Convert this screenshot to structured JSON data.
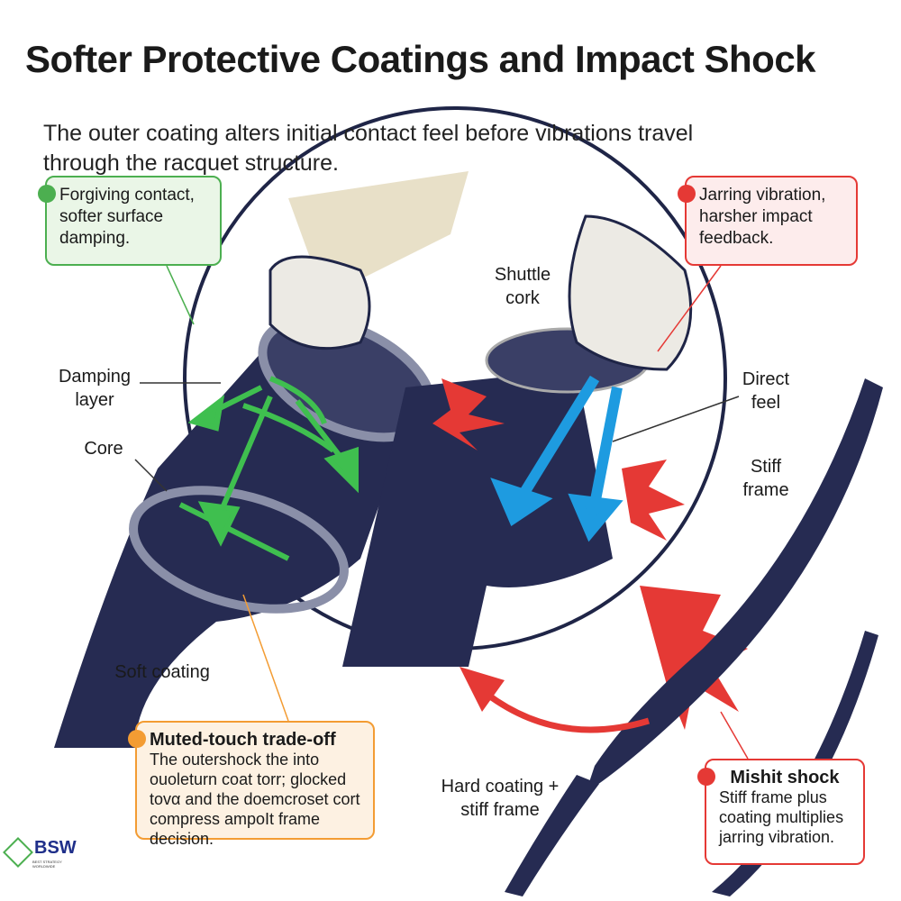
{
  "title": "Softer Protective Coatings and Impact Shock",
  "subtitle": "The outer coating alters initial contact feel before vibrations travel through the racquet structure.",
  "callouts": {
    "forgiving": {
      "text": "Forgiving contact, softer surface damping.",
      "color": "#4caf50"
    },
    "jarring": {
      "text": "Jarring vibration, harsher impact feedback.",
      "color": "#e53935"
    },
    "muted": {
      "heading": "Muted-touch trade-off",
      "text": "The outershock the into ouoleturn coat torr; glocked tovα and the doemcroset cort compress ampoIt frame decision.",
      "color": "#f39c33"
    },
    "mishit": {
      "heading": "Mishit shock",
      "text": "Stiff frame plus coating multiplies jarring vibration.",
      "color": "#e53935"
    }
  },
  "labels": {
    "damping_layer": "Damping layer",
    "core": "Core",
    "shuttle_cork": "Shuttle cork",
    "direct_feel": "Direct feel",
    "stiff_frame": "Stiff frame",
    "soft_coating": "Soft coating",
    "hard_coating": "Hard coating + stiff frame"
  },
  "logo": {
    "text": "BSW",
    "tagline": "BEST STRATEGY WORLDWIDE"
  },
  "colors": {
    "frame": "#1f2547",
    "soft_arrows": "#3fbf4f",
    "direct_arrows": "#1e9be0",
    "shock": "#e53935"
  }
}
